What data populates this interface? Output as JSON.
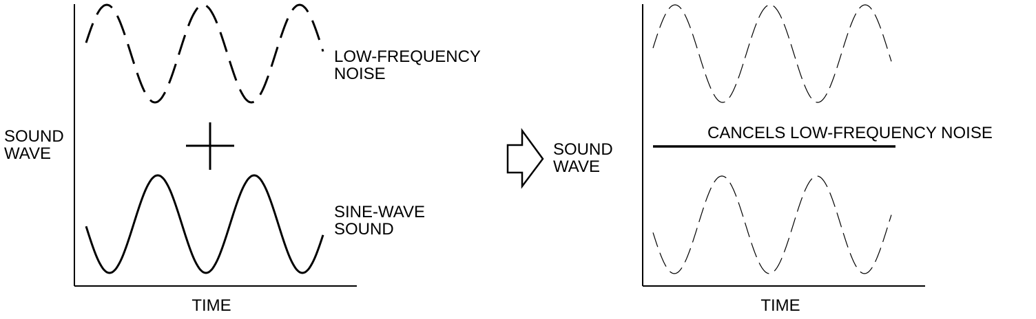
{
  "left_panel": {
    "y_axis_label_line1": "SOUND",
    "y_axis_label_line2": "WAVE",
    "x_axis_label": "TIME",
    "top_wave_label_line1": "LOW-FREQUENCY",
    "top_wave_label_line2": "NOISE",
    "bottom_wave_label_line1": "SINE-WAVE",
    "bottom_wave_label_line2": "SOUND"
  },
  "middle": {
    "result_label_line1": "SOUND",
    "result_label_line2": "WAVE"
  },
  "right_panel": {
    "cancel_label": "CANCELS LOW-FREQUENCY NOISE",
    "x_axis_label": "TIME"
  },
  "colors": {
    "ink": "#000000",
    "background": "#ffffff"
  }
}
